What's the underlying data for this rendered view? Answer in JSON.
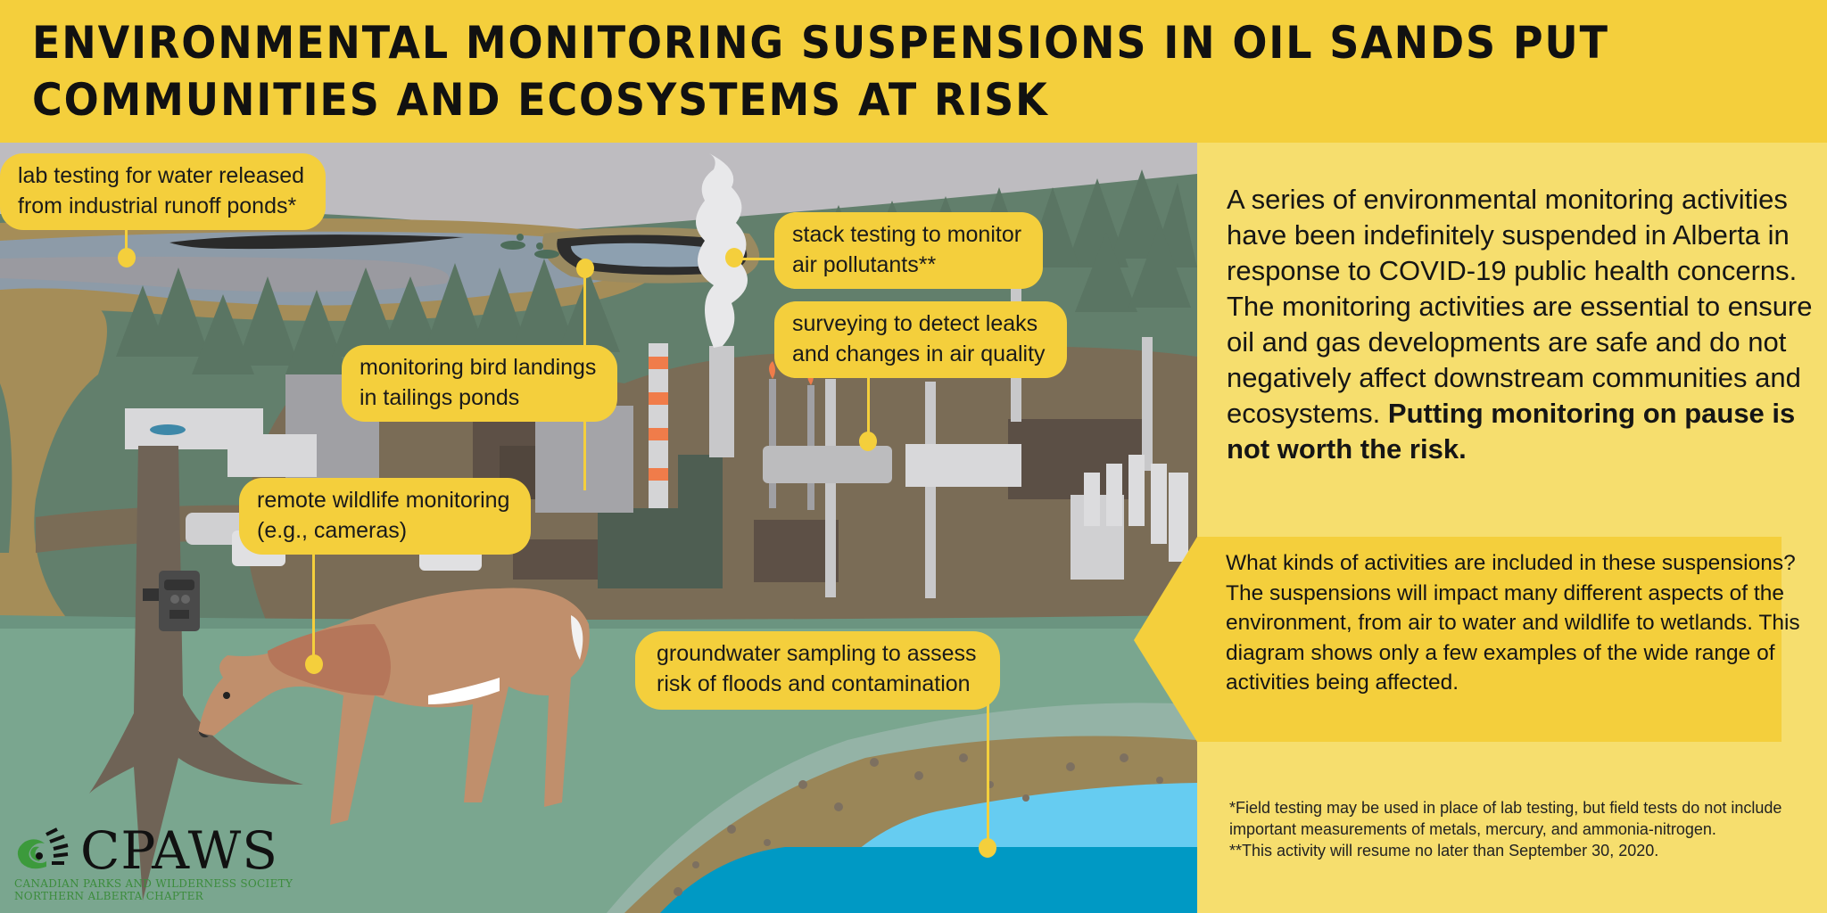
{
  "header": {
    "title_line1": "ENVIRONMENTAL MONITORING SUSPENSIONS IN OIL SANDS PUT",
    "title_line2": "COMMUNITIES AND ECOSYSTEMS AT RISK"
  },
  "colors": {
    "header_yellow": "#f4cf3c",
    "panel_yellow": "#f6de6e",
    "label_yellow": "#f4cf3c",
    "sky": "#bebcc0",
    "forest_green": "#627f6c",
    "tree_green": "#5a7563",
    "ground_brown": "#7a6c56",
    "sand": "#a58d58",
    "grass": "#7aa68f",
    "water_light": "#66ccf1",
    "water_dark": "#0099c4",
    "stack_orange": "#f07c4a"
  },
  "labels": {
    "lab_testing": {
      "line1": "lab testing for water released",
      "line2": "from industrial runoff ponds*"
    },
    "bird_landings": {
      "line1": "monitoring bird landings",
      "line2": "in tailings ponds"
    },
    "stack_testing": {
      "line1": "stack testing to monitor",
      "line2": "air pollutants**"
    },
    "surveying": {
      "line1": "surveying to detect leaks",
      "line2": "and changes in air quality"
    },
    "wildlife": {
      "line1": "remote wildlife monitoring",
      "line2": "(e.g., cameras)"
    },
    "groundwater": {
      "line1": "groundwater sampling to assess",
      "line2": "risk of floods and contamination"
    }
  },
  "panel": {
    "intro_text": "A series of environmental monitoring activities have been indefinitely suspended in Alberta in response to COVID-19 public health concerns. The monitoring activities are essential to ensure oil and gas developments are safe and do not negatively affect downstream communities and ecosystems. ",
    "intro_bold": "Putting monitoring on pause is not worth the risk.",
    "callout_text": "What kinds of activities are included in these suspensions? The suspensions will impact many different aspects of the environment, from air to water and wildlife to wetlands. This diagram shows only a few examples of the wide range of activities being affected.",
    "footnote1": "*Field testing may be used in place of lab testing, but field tests do not include important measurements of metals, mercury, and ammonia-nitrogen.",
    "footnote2": "**This activity will resume no later than September 30, 2020."
  },
  "logo": {
    "wordmark": "CPAWS",
    "subtitle1": "CANADIAN PARKS AND WILDERNESS SOCIETY",
    "subtitle2": "NORTHERN ALBERTA CHAPTER"
  },
  "icons": {
    "logo_mark": "cpaws-paw-icon",
    "trail_camera": "trail-camera-icon",
    "deer": "deer-illustration",
    "smoke_stack": "smoke-stack-icon",
    "ducks": "duck-icon"
  }
}
